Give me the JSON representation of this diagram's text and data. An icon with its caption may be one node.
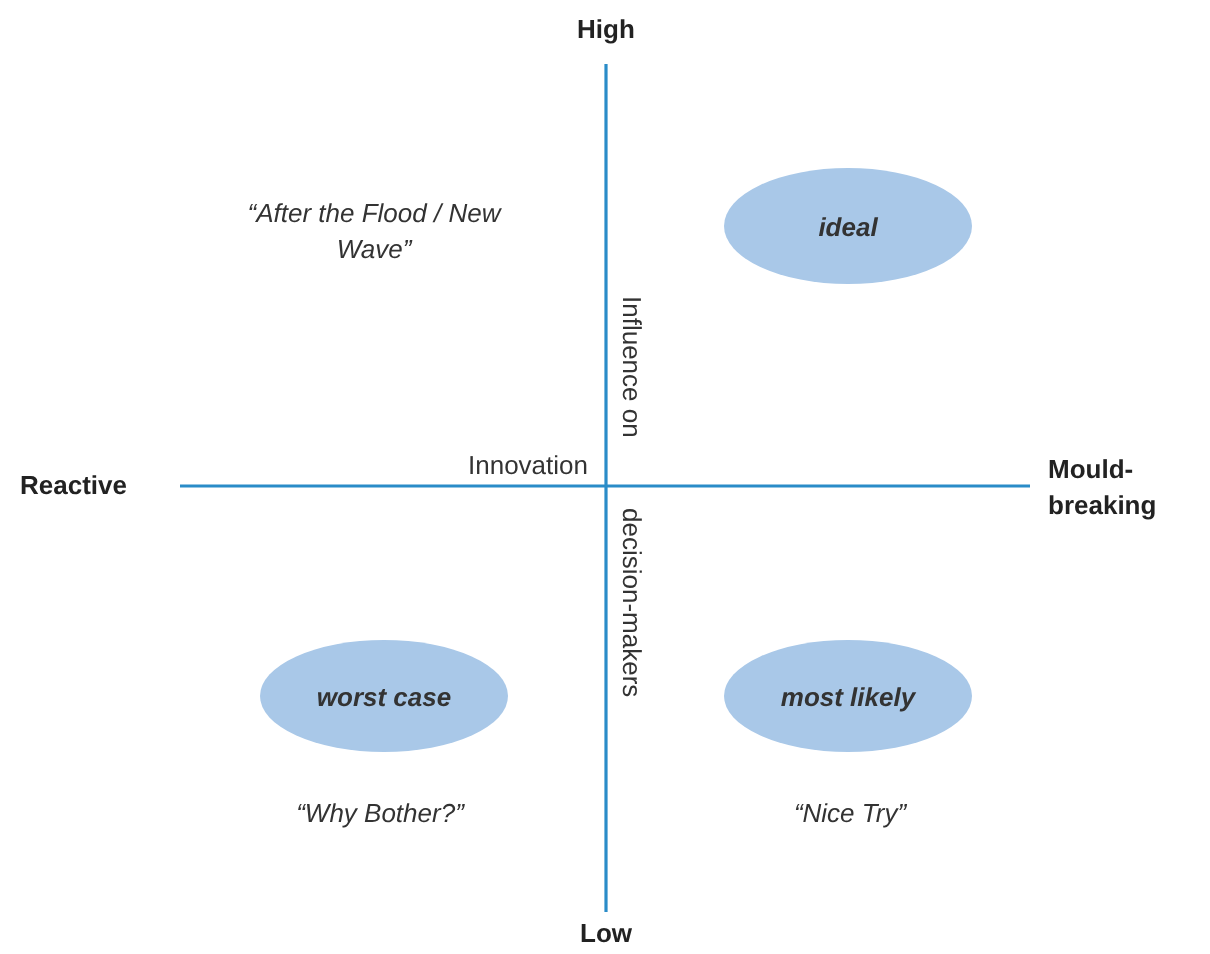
{
  "diagram": {
    "nodes": [
      {
        "text": [
          "ideal"
        ]
      },
      {
        "text": [
          "worst case"
        ]
      },
      {
        "text": [
          "most likely"
        ]
      }
    ],
    "labels": [
      "High",
      "“After the Flood / New Wave”",
      "Influence on",
      "Reactive",
      "Innovation",
      "Mould-breaking",
      "decision-makers",
      "“Why Bother?”",
      "“Nice Try”",
      "Low"
    ]
  }
}
